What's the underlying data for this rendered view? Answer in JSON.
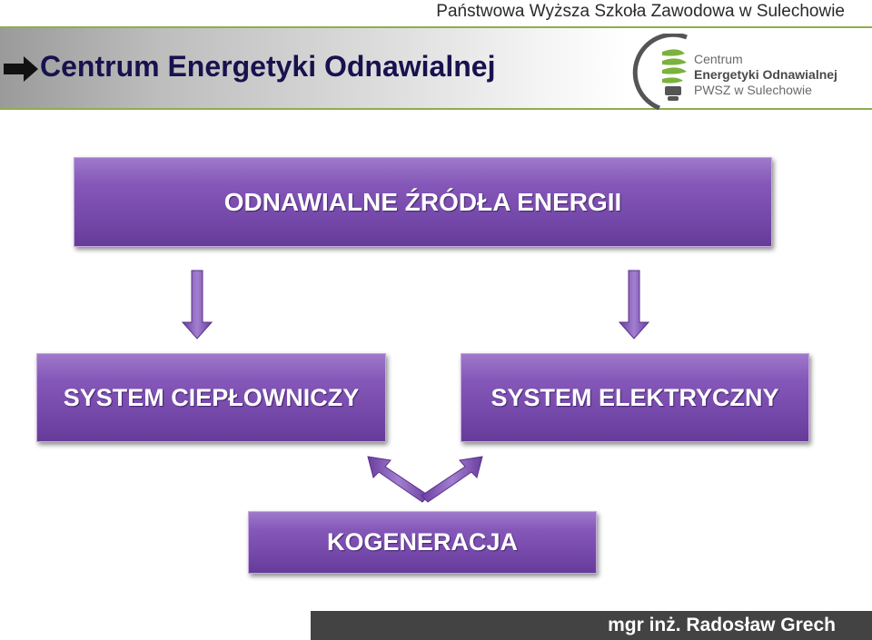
{
  "header": {
    "institution": "Państwowa Wyższa Szkoła Zawodowa w Sulechowie",
    "title": "Centrum Energetyki Odnawialnej"
  },
  "logo": {
    "line1": "Centrum",
    "line2_a": "Energetyki O",
    "line2_b": "dnawialnej",
    "line3": "PWSZ w Sulechowie",
    "colors": {
      "green": "#7bb23e",
      "gray": "#5a5a5a"
    }
  },
  "diagram": {
    "top": "ODNAWIALNE ŹRÓDŁA ENERGII",
    "left": "SYSTEM CIEPŁOWNICZY",
    "right": "SYSTEM ELEKTRYCZNY",
    "bottom": "KOGENERACJA",
    "colors": {
      "box": "#7b4fb0",
      "box_border": "#c7a8df"
    }
  },
  "footer": {
    "author": "mgr inż. Radosław Grech"
  },
  "colors": {
    "accent_line": "#8cae4f",
    "title": "#17124e",
    "footer_bg": "#444343"
  }
}
